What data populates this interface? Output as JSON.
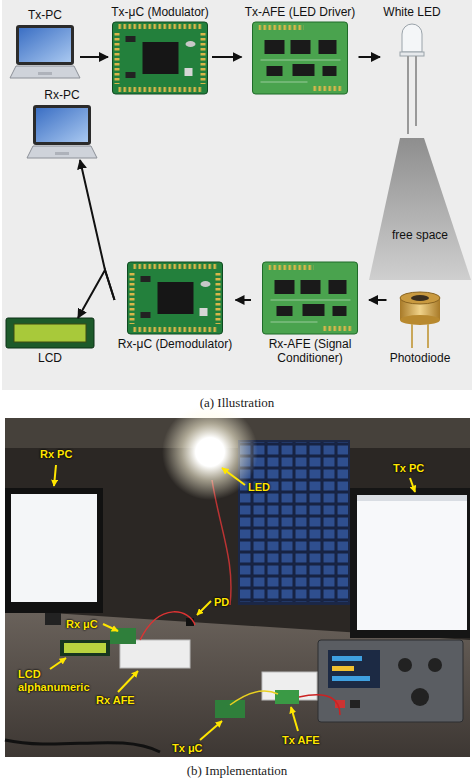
{
  "diagram": {
    "nodes": [
      {
        "text": [
          "Tx-PC"
        ]
      },
      {
        "text": [
          "Tx-μC (Modulator)"
        ]
      },
      {
        "text": [
          "Tx-AFE (LED Driver)"
        ]
      },
      {
        "text": [
          "White LED"
        ]
      },
      {
        "text": [
          "free space"
        ]
      },
      {
        "text": [
          "Rx-PC"
        ]
      },
      {
        "text": [
          "Photodiode"
        ]
      },
      {
        "text": [
          "Rx-AFE (Signal Conditioner)"
        ]
      },
      {
        "text": [
          "Rx-μC (Demodulator)"
        ]
      },
      {
        "text": [
          "LCD"
        ]
      }
    ],
    "edges": [
      {
        "from": 0,
        "to": 1,
        "arrow": "to"
      },
      {
        "from": 1,
        "to": 2,
        "arrow": "to"
      },
      {
        "from": 2,
        "to": 3,
        "arrow": "to"
      },
      {
        "from": 6,
        "to": 7,
        "arrow": "to"
      },
      {
        "from": 7,
        "to": 8,
        "arrow": "to"
      },
      {
        "from": 8,
        "to": 5,
        "arrow": "to"
      },
      {
        "from": 8,
        "to": 9,
        "arrow": "to"
      }
    ],
    "labels": [
      "(a) Illustration",
      "Rx PC",
      "LED",
      "Tx PC",
      "PD",
      "Rx μC",
      "LCD alphanumeric",
      "Rx AFE",
      "Tx μC",
      "Tx AFE",
      "(b) Implementation"
    ]
  }
}
